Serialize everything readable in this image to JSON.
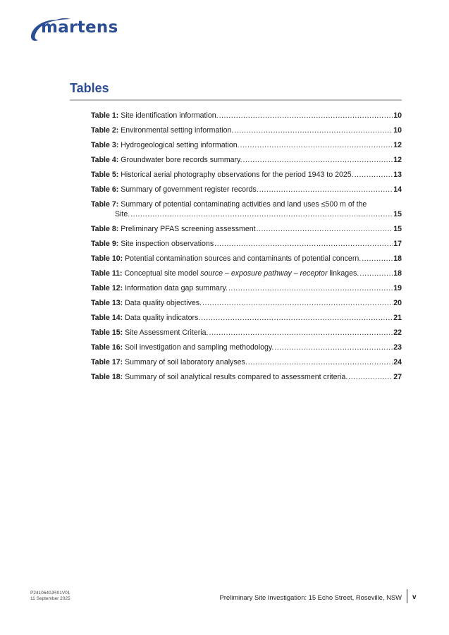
{
  "logo": {
    "text": "martens",
    "color": "#2a4d94"
  },
  "title": "Tables",
  "entries": [
    {
      "label": "Table 1:",
      "text": "Site identification information.",
      "page": "10"
    },
    {
      "label": "Table 2:",
      "text": "Environmental setting information.",
      "page": "10"
    },
    {
      "label": "Table 3:",
      "text": "Hydrogeological setting information.",
      "page": "12"
    },
    {
      "label": "Table 4:",
      "text": "Groundwater bore records summary.",
      "page": "12"
    },
    {
      "label": "Table 5:",
      "text": "Historical aerial photography observations for the period 1943 to 2025.",
      "page": "13"
    },
    {
      "label": "Table 6:",
      "text": "Summary of government register records.",
      "page": "14"
    },
    {
      "label": "Table 7:",
      "text": "Summary of potential contaminating activities and land uses ≤500 m of the",
      "continuation": "Site.",
      "page": "15"
    },
    {
      "label": "Table 8:",
      "text": "Preliminary PFAS screening assessment",
      "page": "15"
    },
    {
      "label": "Table 9:",
      "text": "Site inspection observations",
      "page": "17"
    },
    {
      "label": "Table 10:",
      "text": "Potential contamination sources and contaminants of potential concern.",
      "page": "18"
    },
    {
      "label": "Table 11:",
      "text": "Conceptual site model ",
      "italic": "source – exposure pathway – receptor",
      "text_after": " linkages.",
      "page": "18"
    },
    {
      "label": "Table 12:",
      "text": "Information data gap summary.",
      "page": "19"
    },
    {
      "label": "Table 13:",
      "text": "Data quality objectives.",
      "page": "20"
    },
    {
      "label": "Table 14:",
      "text": "Data quality indicators.",
      "page": "21"
    },
    {
      "label": "Table 15:",
      "text": "Site Assessment Criteria.",
      "page": "22"
    },
    {
      "label": "Table 16:",
      "text": "Soil investigation and sampling methodology.",
      "page": "23"
    },
    {
      "label": "Table 17:",
      "text": "Summary of soil laboratory analyses.",
      "page": "24"
    },
    {
      "label": "Table 18:",
      "text": "Summary of soil analytical results compared to assessment criteria.",
      "page": "27"
    }
  ],
  "footer": {
    "doc_ref": "P2410640JR01V01",
    "date": "11 September 2025",
    "doc_title": "Preliminary Site Investigation: 15 Echo Street, Roseville, NSW",
    "page_number": "v"
  }
}
